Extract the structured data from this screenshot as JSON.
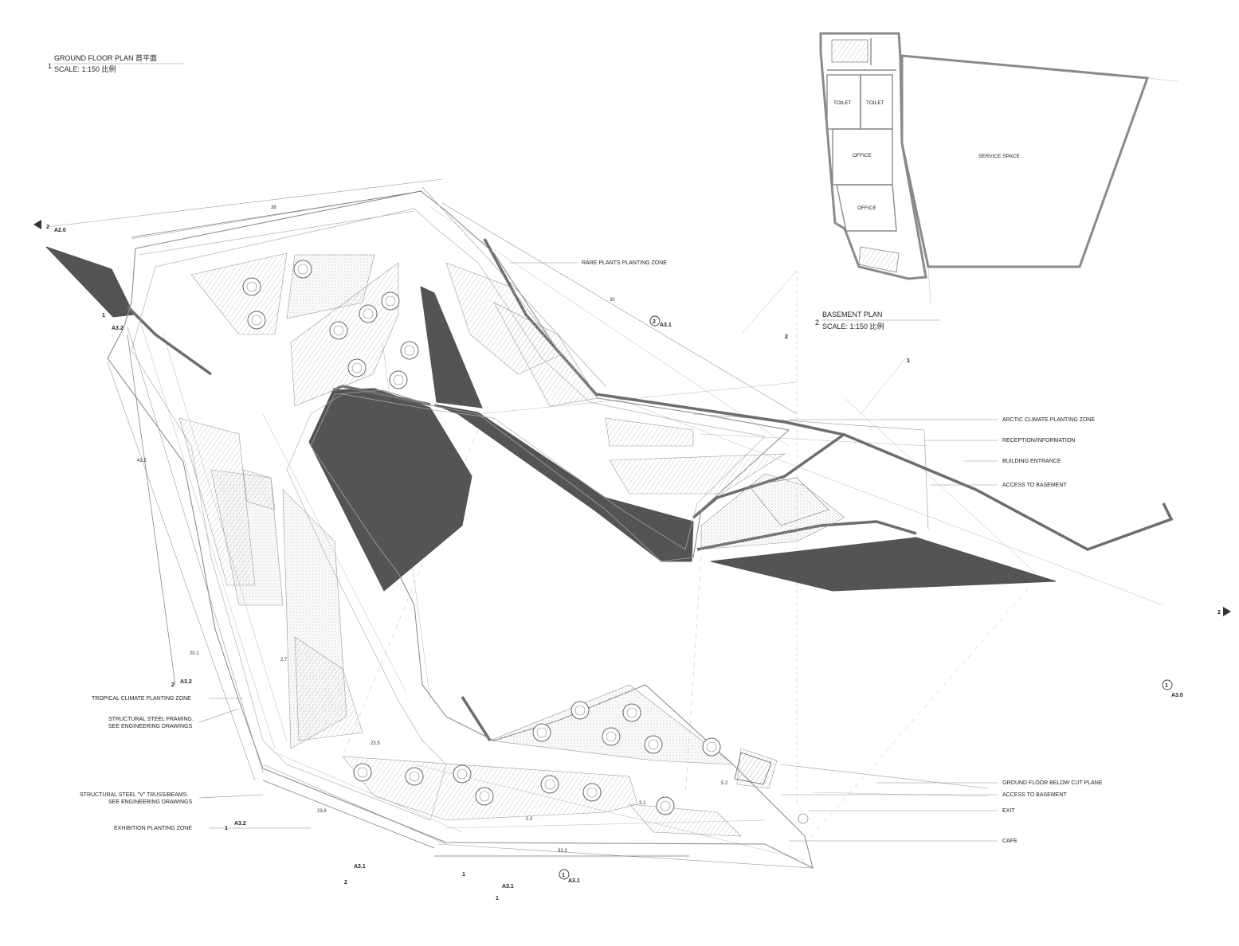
{
  "ground_floor_plan": {
    "number": "1",
    "title": "GROUND FLOOR PLAN 首平面",
    "scale": "SCALE: 1:150 比例"
  },
  "basement_plan": {
    "number": "2",
    "title": "BASEMENT PLAN",
    "scale": "SCALE: 1:150 比例",
    "rooms": {
      "toilet_1": "TOILET",
      "toilet_2": "TOILET",
      "office_1": "OFFICE",
      "office_2": "OFFICE",
      "service_space": "SERVICE SPACE"
    }
  },
  "callouts_left": {
    "tropical": "TROPICAL CLIMATE PLANTING ZONE",
    "steel_framing_1": "STRUCTURAL STEEL FRAMING.",
    "steel_framing_2": "SEE ENGINEERING DRAWINGS",
    "v_truss_1": "STRUCTURAL STEEL \"V\" TRUSS/BEAMS.",
    "v_truss_2": "SEE ENGINEERING DRAWINGS",
    "exhibition": "EXHIBITION PLANTING ZONE"
  },
  "callouts_right": {
    "rare_plants": "RARE PLANTS PLANTING ZONE",
    "arctic": "ARCTIC CLIMATE PLANTING ZONE",
    "reception": "RECEPTION/INFORMATION",
    "entrance": "BUILDING ENTRANCE",
    "access_basement_top": "ACCESS TO BASEMENT",
    "ground_below": "GROUND FLOOR BELOW CUT PLANE",
    "access_basement_bottom": "ACCESS TO BASEMENT",
    "exit": "EXIT",
    "cafe": "CAFE"
  },
  "dimensions": {
    "top": "38",
    "top_diag": "30",
    "left_1": "43.5",
    "left_2": "20.1",
    "bottom_left": "23.8",
    "bottom": "33.3",
    "mid": "23.5",
    "small_1": "3.1",
    "small_2": "2.7",
    "small_3": "5.2",
    "small_4": "2.2"
  },
  "section_tags": {
    "a2_0": "A2.0",
    "a3_0": "A3.0",
    "a3_1": "A3.1",
    "a3_2": "A3.2"
  },
  "grid_marks": {
    "one": "1",
    "two": "2"
  }
}
